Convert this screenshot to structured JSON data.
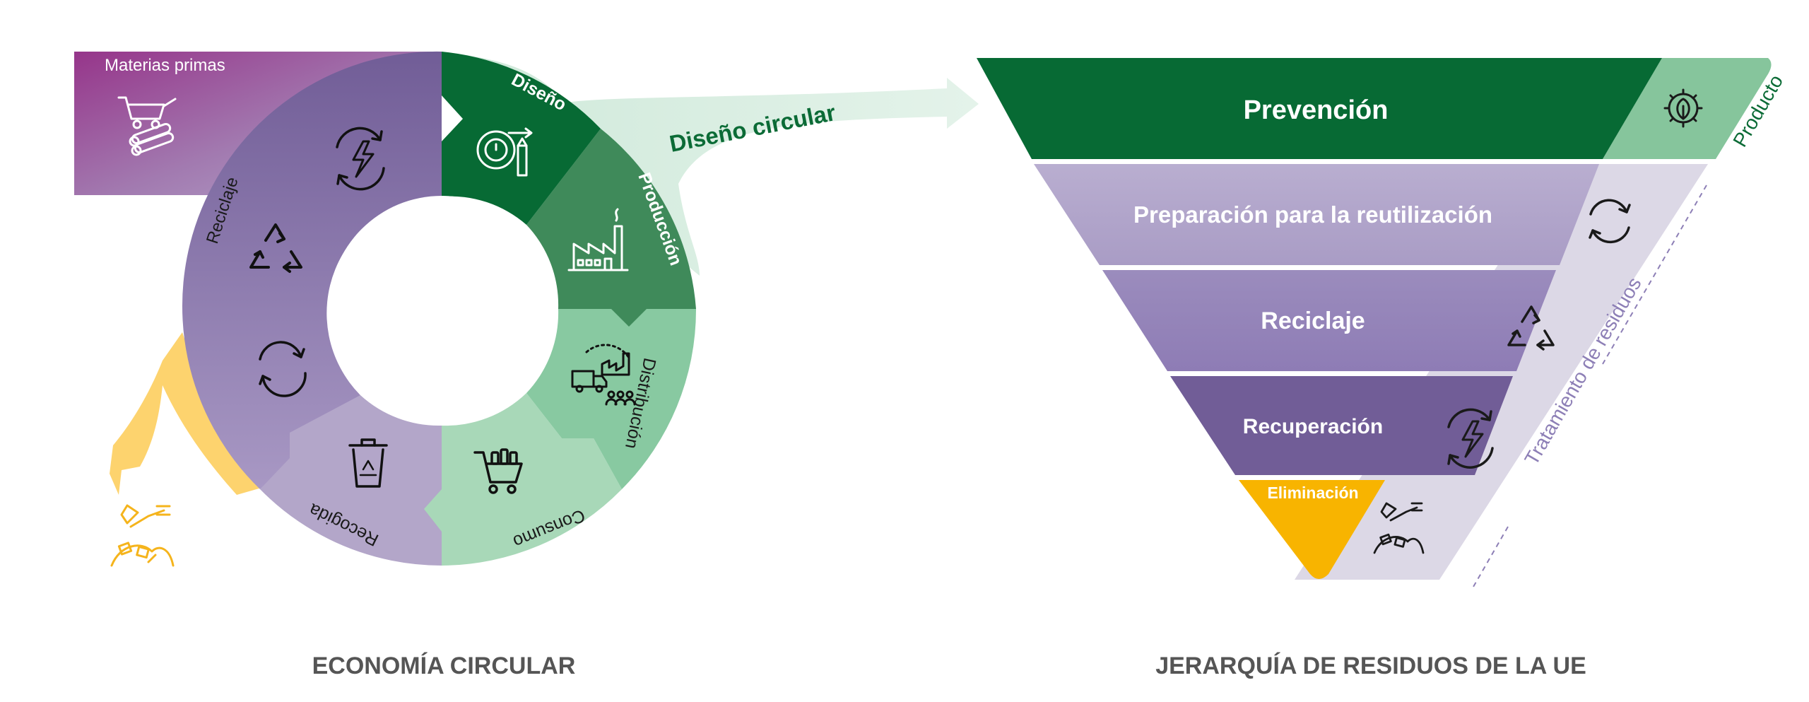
{
  "circular": {
    "raw_materials": "Materias primas",
    "segments": {
      "design": "Diseño",
      "production": "Producción",
      "distribution": "Distribución",
      "consumption": "Consumo",
      "collection": "Recogida",
      "recycling": "Reciclaje"
    },
    "circular_design_label": "Diseño circular",
    "caption": "ECONOMÍA CIRCULAR"
  },
  "hierarchy": {
    "levels": [
      "Prevención",
      "Preparación para la reutilización",
      "Reciclaje",
      "Recuperación",
      "Eliminación"
    ],
    "product_label": "Producto",
    "waste_treatment_label": "Tratamiento de residuos",
    "caption": "JERARQUÍA DE RESIDUOS DE LA UE"
  },
  "colors": {
    "dark_green": "#076a34",
    "mid_green": "#3f8a5a",
    "light_green": "#88c9a1",
    "pale_green": "#a8d8b8",
    "purple": "#715d97",
    "lavender": "#b3a6c9",
    "magenta": "#96358a",
    "yellow": "#f9b500",
    "pale_lavender": "#dcd8e6"
  },
  "icons": {
    "raw_materials": "wheelbarrow-logs-icon",
    "design": "design-tools-icon",
    "production": "factory-icon",
    "distribution": "distribution-truck-icon",
    "consumption": "shopping-cart-icon",
    "collection": "recycle-bin-icon",
    "recycling": "recycle-icon",
    "recovery": "energy-recovery-icon",
    "reuse": "reuse-cycle-icon",
    "disposal": "landfill-icon",
    "product": "gear-leaf-icon"
  }
}
